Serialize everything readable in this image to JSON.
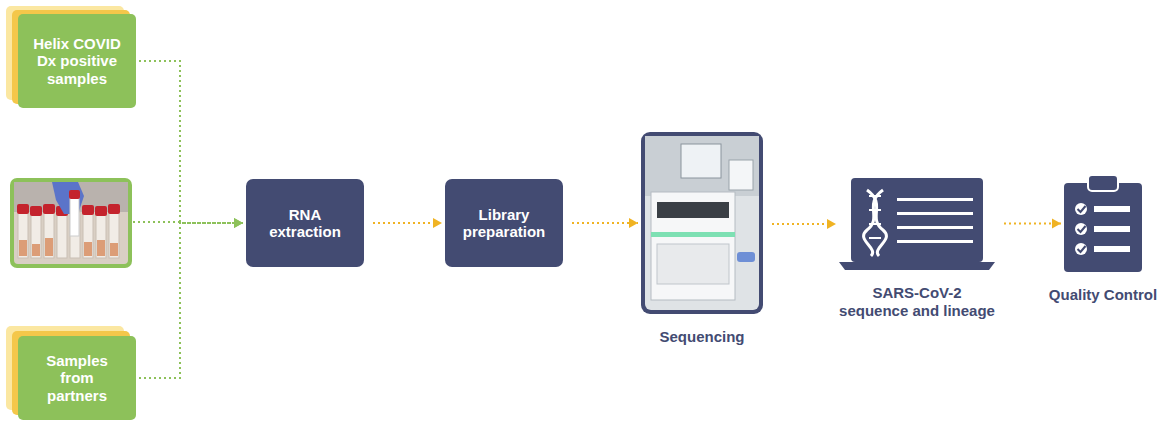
{
  "diagram": {
    "nodes": [
      {
        "text": [
          "Helix COVID Dx positive samples"
        ]
      },
      {
        "text": [
          "Samples from partners"
        ]
      },
      {
        "text": [
          "RNA extraction"
        ]
      },
      {
        "text": [
          "Library preparation"
        ]
      },
      {
        "text": [
          "Sequencing"
        ]
      },
      {
        "text": [
          "SARS-CoV-2 sequence and lineage"
        ]
      },
      {
        "text": [
          "Quality Control"
        ]
      }
    ],
    "edges": [
      {
        "from": 0,
        "to": 2,
        "arrow": "to"
      },
      {
        "from": 1,
        "to": 2,
        "arrow": "to"
      },
      {
        "from": 2,
        "to": 3,
        "arrow": "to"
      },
      {
        "from": 3,
        "to": 4,
        "arrow": "to"
      },
      {
        "from": 4,
        "to": 5,
        "arrow": "to"
      },
      {
        "from": 5,
        "to": 6,
        "arrow": "to"
      }
    ]
  }
}
